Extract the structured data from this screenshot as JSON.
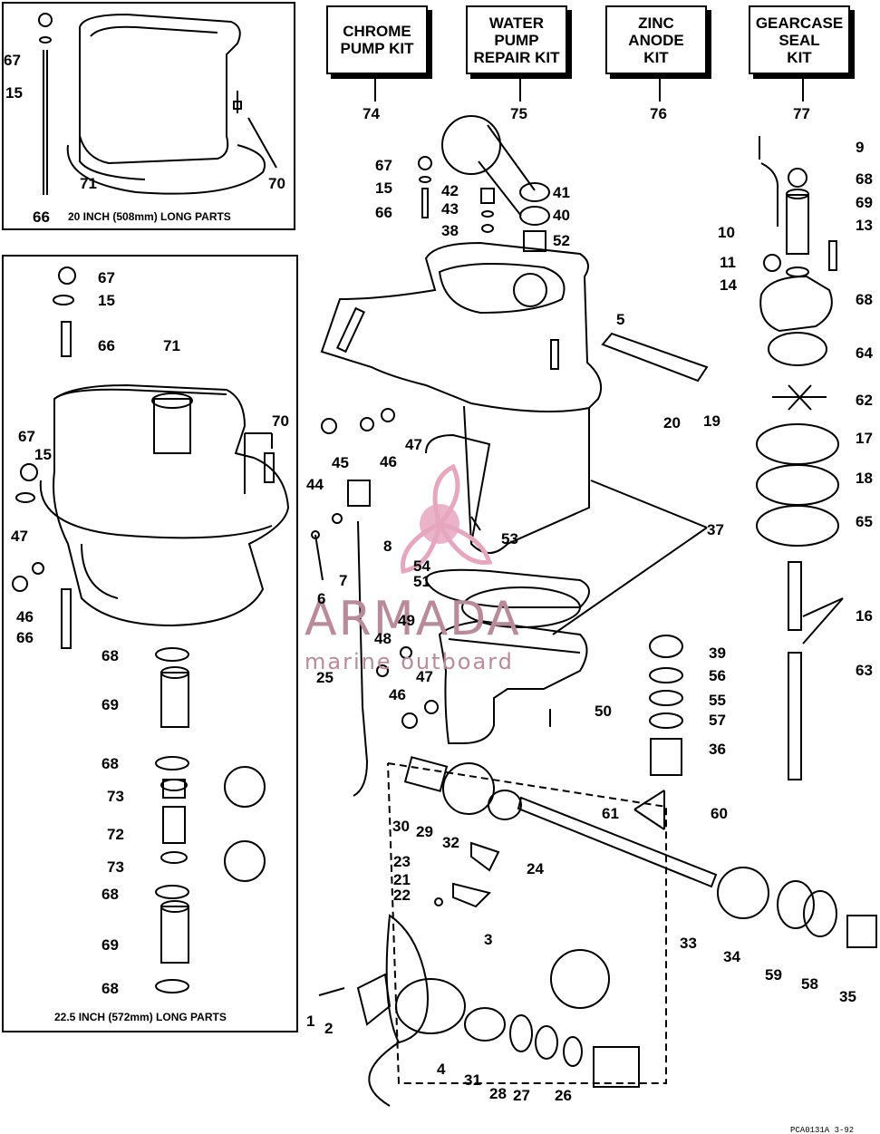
{
  "kits": [
    {
      "title": "CHROME\nPUMP KIT",
      "number": "74"
    },
    {
      "title": "WATER\nPUMP\nREPAIR KIT",
      "number": "75"
    },
    {
      "title": "ZINC\nANODE\nKIT",
      "number": "76"
    },
    {
      "title": "GEARCASE\nSEAL\nKIT",
      "number": "77"
    }
  ],
  "captions": {
    "top_box": "20 INCH (508mm) LONG PARTS",
    "bottom_box": "22.5 INCH (572mm) LONG PARTS"
  },
  "watermark": {
    "brand": "ARMADA",
    "tagline": "marine outboard"
  },
  "footer_code": "PCA0131A  3-92",
  "colors": {
    "ink": "#000000",
    "watermark": "#e6a6bd"
  },
  "part_labels": {
    "a": [
      "67",
      "15",
      "66",
      "71",
      "70"
    ],
    "b": [
      "67",
      "15",
      "66",
      "71",
      "70",
      "67",
      "15",
      "47",
      "46",
      "66",
      "68",
      "69",
      "68",
      "73",
      "72",
      "73",
      "68",
      "69",
      "68"
    ],
    "c": [
      "9",
      "68",
      "69",
      "10",
      "13",
      "11",
      "14",
      "68",
      "64",
      "62",
      "17",
      "18",
      "65",
      "16",
      "63"
    ],
    "d": [
      "67",
      "15",
      "66",
      "42",
      "43",
      "38",
      "41",
      "40",
      "52",
      "5",
      "20",
      "19",
      "44",
      "45",
      "46",
      "47",
      "8",
      "7",
      "6",
      "53",
      "37",
      "54",
      "51",
      "25",
      "48",
      "49",
      "47",
      "46",
      "50"
    ],
    "e": [
      "39",
      "56",
      "55",
      "57",
      "36",
      "60",
      "61",
      "30",
      "29",
      "32",
      "24",
      "23",
      "21",
      "22",
      "33",
      "34",
      "59",
      "58",
      "35",
      "3",
      "1",
      "2",
      "4",
      "31",
      "28",
      "27",
      "26"
    ]
  }
}
